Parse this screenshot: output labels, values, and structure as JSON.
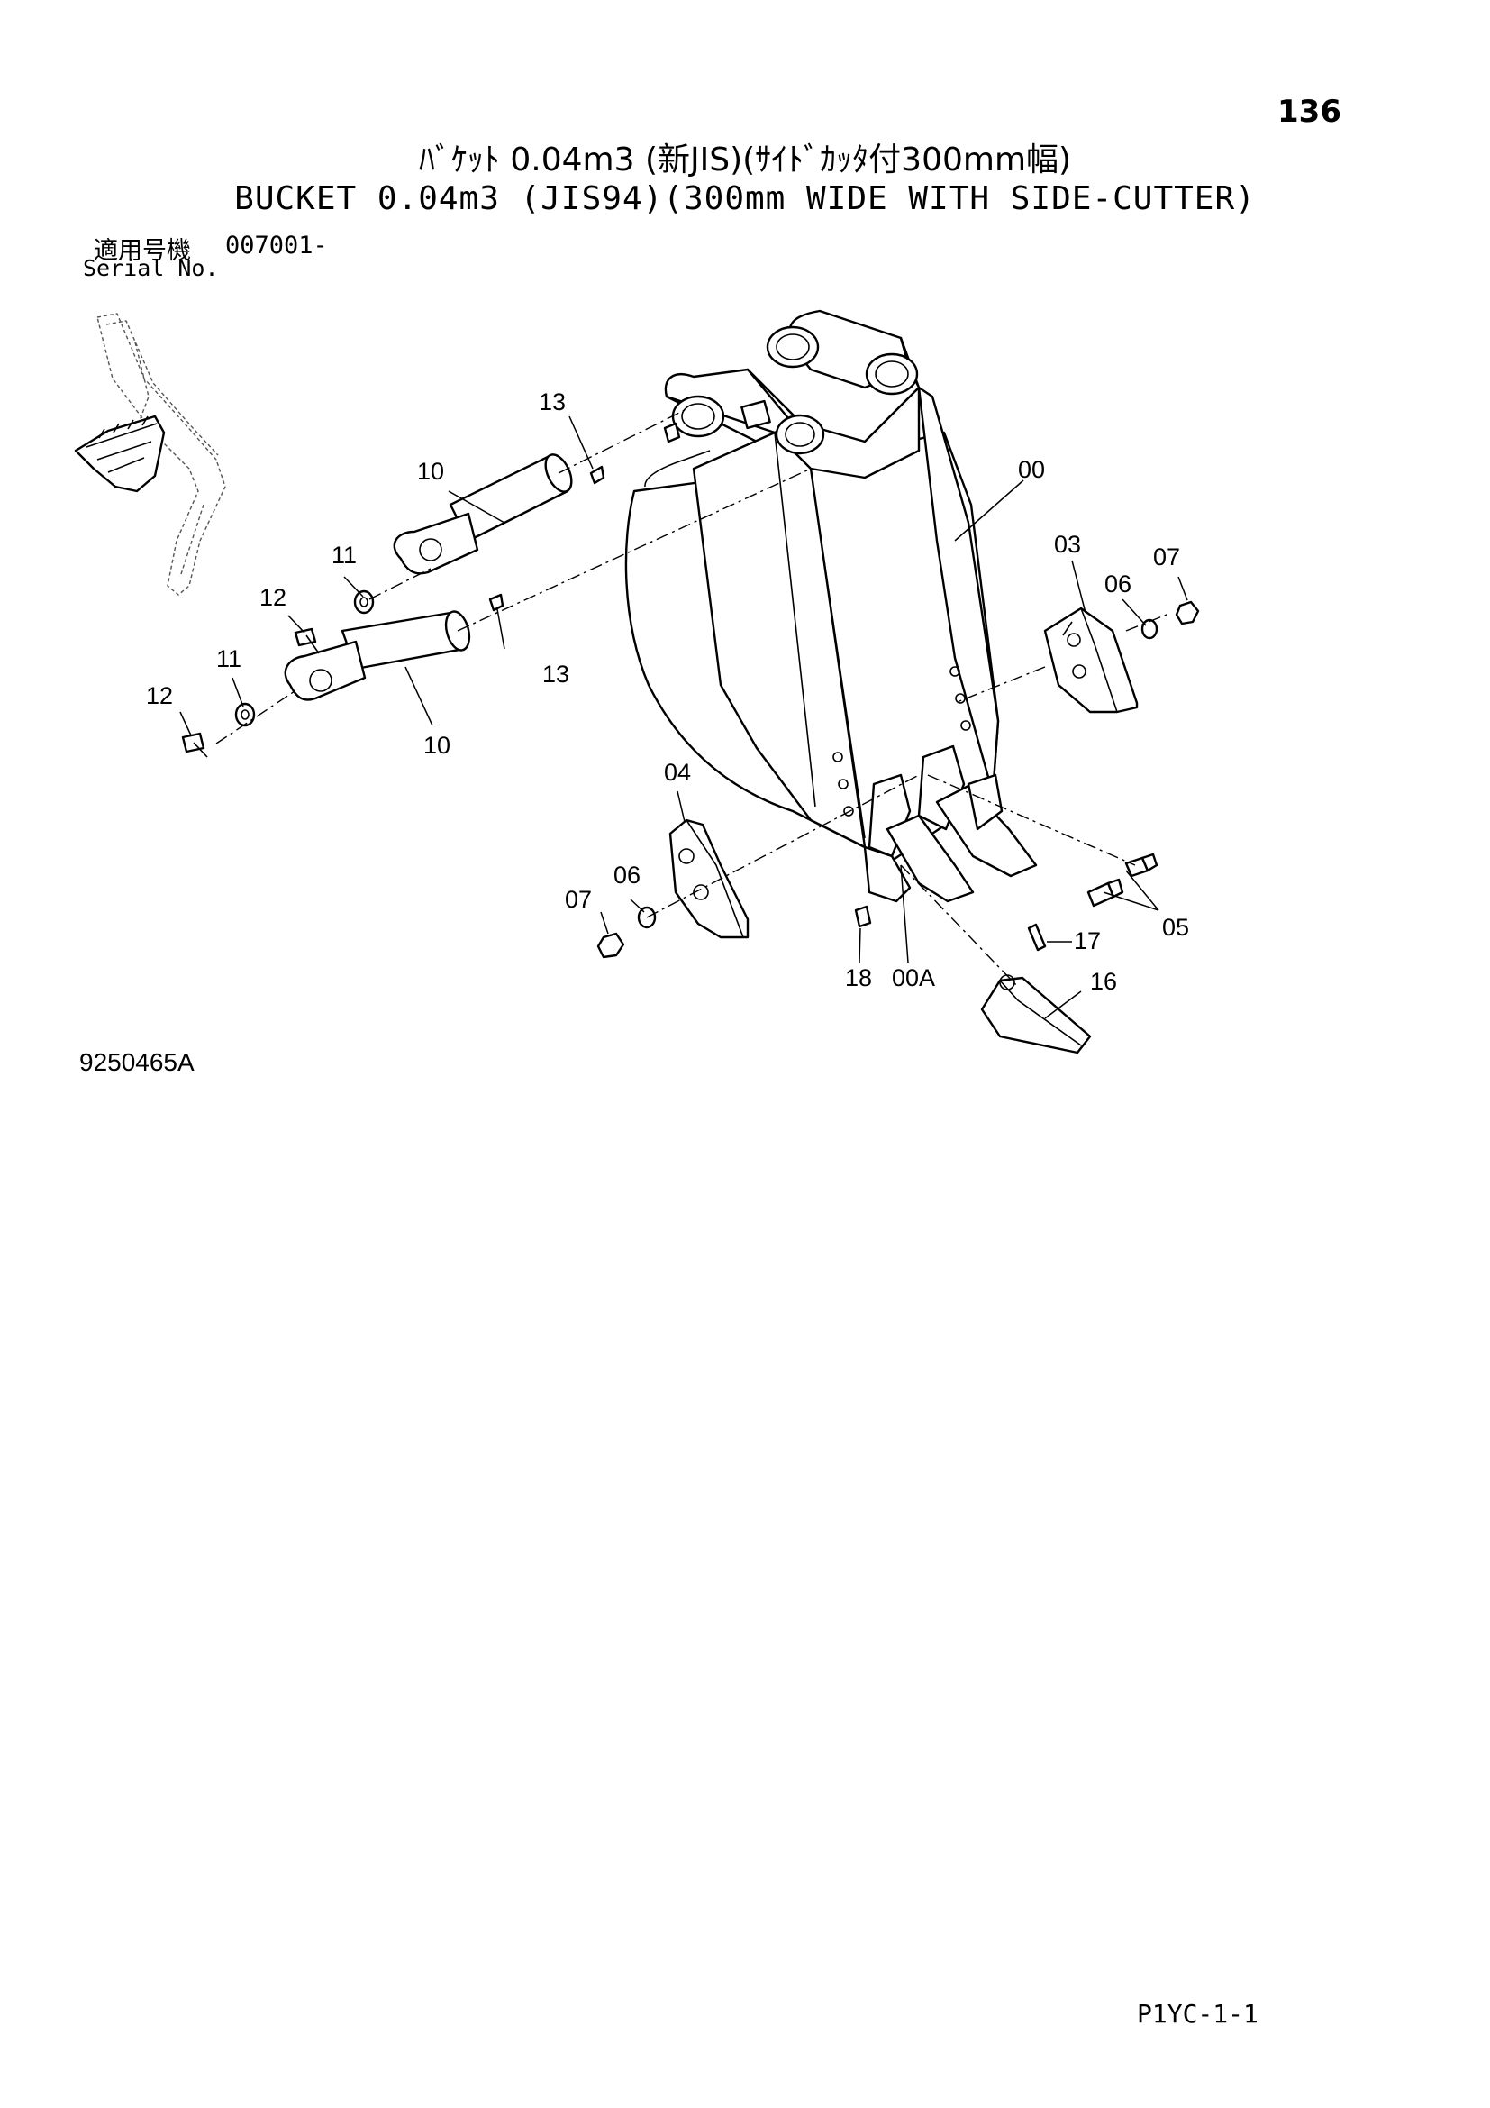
{
  "header": {
    "page_number": "136",
    "title_jp": "ﾊﾞｹｯﾄ 0.04m3 (新JIS)(ｻｲﾄﾞｶｯﾀ付300mm幅)",
    "title_en": "BUCKET 0.04m3 (JIS94)(300mm WIDE WITH SIDE-CUTTER)",
    "serial_label_jp": "適用号機",
    "serial_value": "007001-",
    "serial_label_en": "Serial No."
  },
  "diagram": {
    "callouts": {
      "c00": "00",
      "c00a": "00A",
      "c03": "03",
      "c04": "04",
      "c05": "05",
      "c06a": "06",
      "c06b": "06",
      "c07a": "07",
      "c07b": "07",
      "c10a": "10",
      "c10b": "10",
      "c11a": "11",
      "c11b": "11",
      "c12a": "12",
      "c12b": "12",
      "c13a": "13",
      "c13b": "13",
      "c16": "16",
      "c17": "17",
      "c18": "18"
    }
  },
  "footer": {
    "figure_id": "9250465A",
    "page_code": "P1YC-1-1"
  }
}
